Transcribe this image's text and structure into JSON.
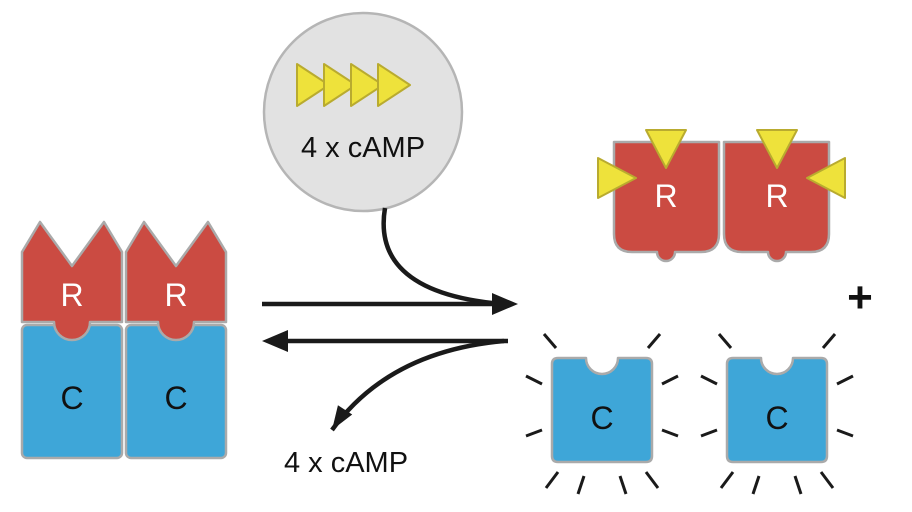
{
  "palette": {
    "red": "#cb4b42",
    "blue": "#3ea6d8",
    "yellow": "#eee23b",
    "gray_circle": "#e2e2e2",
    "black": "#1a1a1a"
  },
  "inactive_complex": {
    "r_left_label": "R",
    "r_right_label": "R",
    "c_left_label": "C",
    "c_right_label": "C"
  },
  "camp_pool": {
    "caption": "4 x cAMP",
    "molecule_count": 4
  },
  "reaction": {
    "released_caption": "4 x cAMP",
    "plus_sign": "+"
  },
  "active_state": {
    "r_left_label": "R",
    "r_right_label": "R",
    "c_left_label": "C",
    "c_right_label": "C"
  }
}
